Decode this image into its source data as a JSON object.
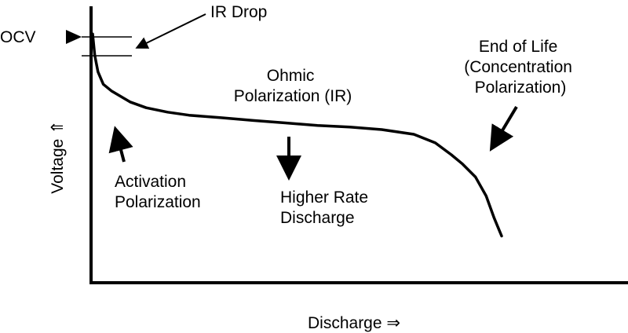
{
  "chart_data": {
    "type": "line",
    "title": "",
    "xlabel": "Discharge ⇒",
    "ylabel": "Voltage ⇑",
    "grid": false,
    "legend": "none",
    "axis_color": "#000000",
    "line_color": "#000000",
    "xlim": [
      0,
      100
    ],
    "ylim": [
      0,
      100
    ],
    "series": [
      {
        "x": [
          0,
          0.4,
          1,
          2,
          3.5,
          5,
          7,
          10,
          14,
          18,
          24,
          30,
          36,
          42,
          48,
          54,
          60,
          64,
          67,
          69,
          71.5,
          73.5,
          75,
          76.4
        ],
        "y": [
          90,
          82.3,
          76.3,
          71.8,
          69.4,
          67.7,
          65.4,
          63.3,
          61.7,
          60.6,
          59.7,
          58.7,
          57.8,
          56.9,
          56.3,
          55.4,
          53.7,
          50.6,
          46.3,
          43.1,
          38.3,
          31.4,
          23.4,
          16.9
        ]
      }
    ],
    "annotations": [
      {
        "id": "ocv",
        "text": [
          "OCV"
        ]
      },
      {
        "id": "ir-drop",
        "text": [
          "IR Drop"
        ]
      },
      {
        "id": "ohmic",
        "text": [
          "Ohmic",
          "Polarization (IR)"
        ]
      },
      {
        "id": "end-of-life",
        "text": [
          "End of Life",
          "(Concentration",
          "Polarization)"
        ]
      },
      {
        "id": "activation",
        "text": [
          "Activation",
          "Polarization"
        ]
      },
      {
        "id": "higher-rate",
        "text": [
          "Higher Rate",
          "Discharge"
        ]
      }
    ]
  }
}
